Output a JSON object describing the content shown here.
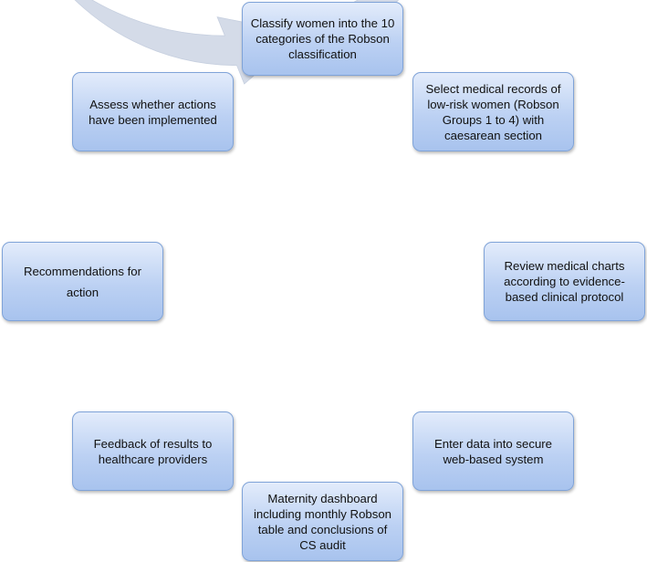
{
  "diagram": {
    "colors": {
      "ring": "#d4dbe8",
      "node_fill_top": "#e3ecfb",
      "node_fill_bottom": "#a8c3ee",
      "node_border": "#7fa3d8"
    },
    "steps": [
      {
        "label": "Classify women into the 10 categories of the Robson classification"
      },
      {
        "label": "Select medical records of low-risk women (Robson Groups 1 to 4) with caesarean section"
      },
      {
        "label": "Review medical charts according to evidence-based clinical protocol"
      },
      {
        "label": "Enter data into secure web-based system"
      },
      {
        "label": "Maternity dashboard including monthly Robson table and conclusions of CS audit"
      },
      {
        "label": "Feedback of results to healthcare providers"
      },
      {
        "label": "Recommendations for action"
      },
      {
        "label": "Assess whether actions have been implemented"
      }
    ]
  }
}
